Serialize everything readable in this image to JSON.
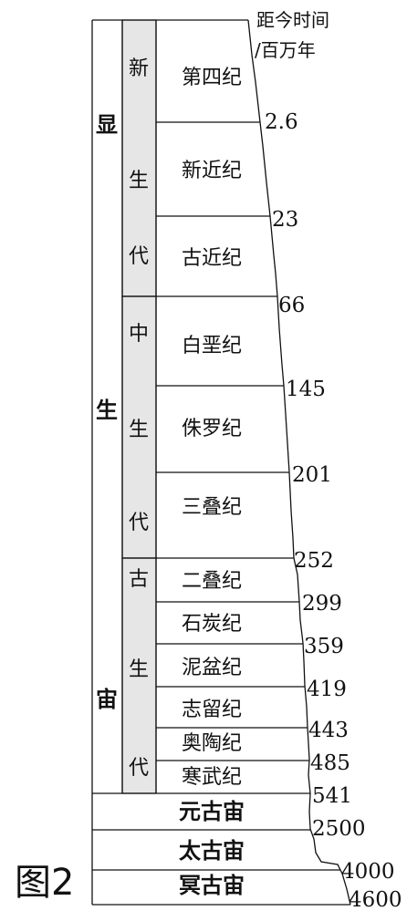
{
  "header": {
    "line1": "距今时间",
    "line2": "/百万年"
  },
  "figure_label": "图2",
  "eon_phanerozoic": [
    "显",
    "生",
    "宙"
  ],
  "eras": [
    {
      "chars": [
        "新",
        "生",
        "代"
      ]
    },
    {
      "chars": [
        "中",
        "生",
        "代"
      ]
    },
    {
      "chars": [
        "古",
        "生",
        "代"
      ]
    }
  ],
  "periods": [
    "第四纪",
    "新近纪",
    "古近纪",
    "白垩纪",
    "侏罗纪",
    "三叠纪",
    "二叠纪",
    "石炭纪",
    "泥盆纪",
    "志留纪",
    "奥陶纪",
    "寒武纪"
  ],
  "precambrian_eons": [
    "元古宙",
    "太古宙",
    "冥古宙"
  ],
  "boundary_ages": [
    "2.6",
    "23",
    "66",
    "145",
    "201",
    "252",
    "299",
    "359",
    "419",
    "443",
    "485",
    "541",
    "2500",
    "4000",
    "4600"
  ],
  "colors": {
    "era_fill": "#e6e6e6",
    "line": "#111111"
  }
}
